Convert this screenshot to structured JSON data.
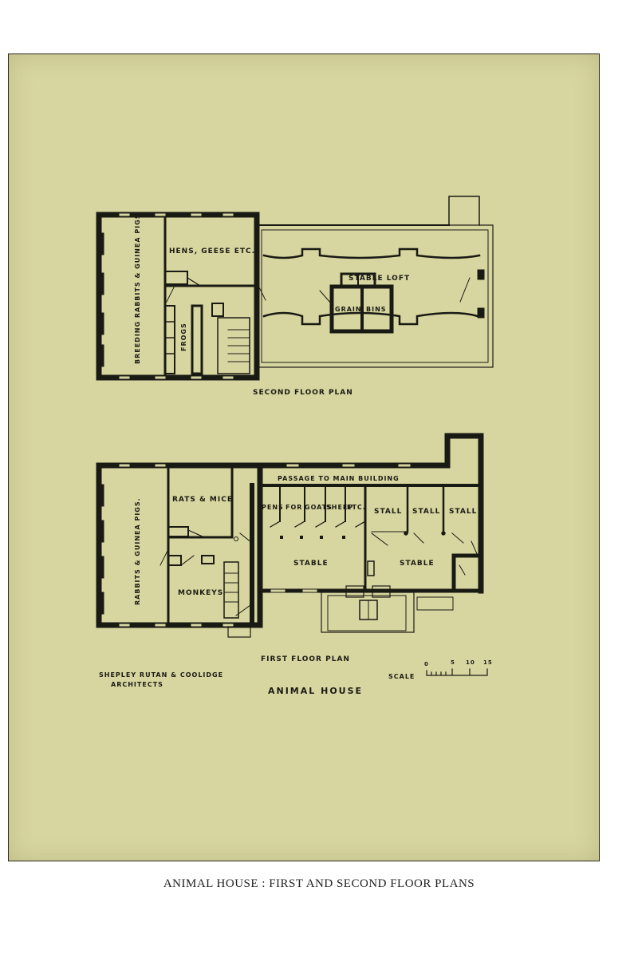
{
  "second_floor": {
    "title": "SECOND FLOOR PLAN",
    "rooms": {
      "breeding": "BREEDING RABBITS & GUINEA PIGS",
      "hens": "HENS, GEESE ETC.",
      "frogs": "FROGS",
      "stable_loft": "STABLE LOFT",
      "grain": "GRAIN",
      "bins": "BINS"
    }
  },
  "first_floor": {
    "title": "FIRST FLOOR PLAN",
    "rooms": {
      "rabbits": "RABBITS & GUINEA PIGS.",
      "rats": "RATS & MICE",
      "monkeys": "MONKEYS",
      "passage": "PASSAGE TO MAIN BUILDING",
      "pens": "PENS",
      "for": "FOR",
      "goats": "GOATS",
      "sheep": "SHEEP",
      "etc": "ETC.",
      "stall1": "STALL",
      "stall2": "STALL",
      "stall3": "STALL",
      "stable1": "STABLE",
      "stable2": "STABLE"
    }
  },
  "architects": {
    "line1": "SHEPLEY RUTAN & COOLIDGE",
    "line2": "ARCHITECTS"
  },
  "scale": {
    "label": "SCALE",
    "ticks": [
      "0",
      "5",
      "10",
      "15"
    ]
  },
  "building_title": "ANIMAL HOUSE",
  "caption": "ANIMAL HOUSE : FIRST AND SECOND FLOOR PLANS",
  "colors": {
    "paper": "#d8d6a0",
    "ink": "#1a1a14",
    "page": "#ffffff"
  }
}
